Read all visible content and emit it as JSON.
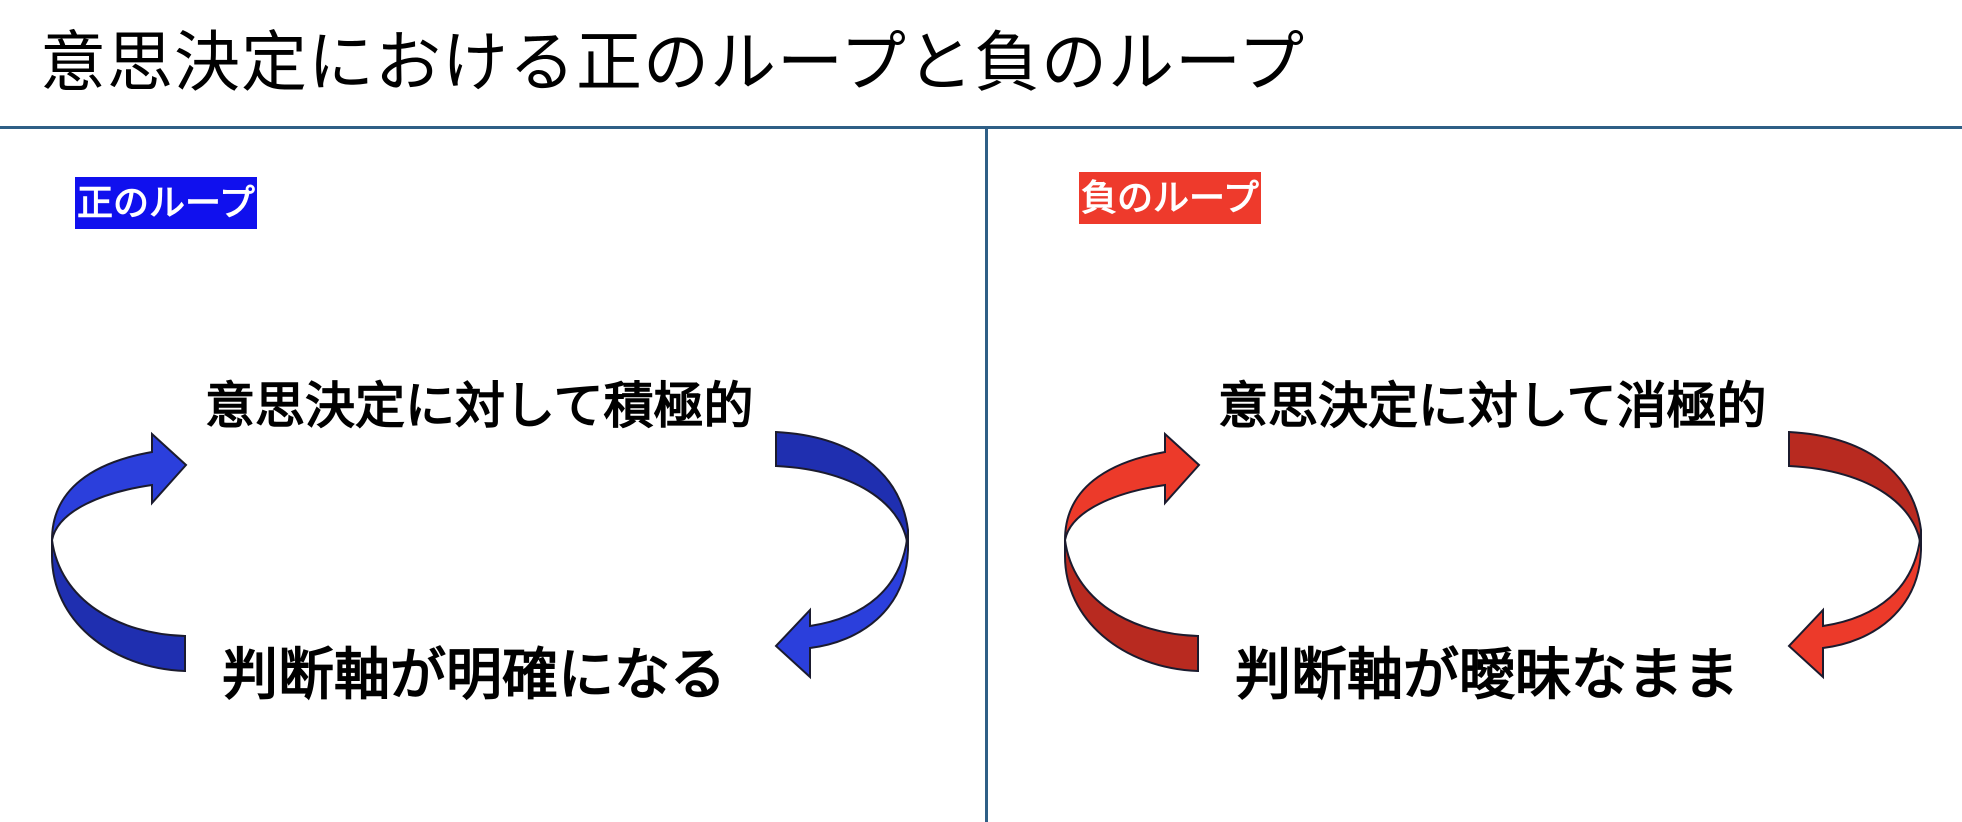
{
  "title": "意思決定における正のループと負のループ",
  "colors": {
    "rule": "#2f5f86",
    "positive": "#1010ee",
    "negative": "#ee3a2c"
  },
  "positive_loop": {
    "label": "正のループ",
    "top_text": "意思決定に対して積極的",
    "bottom_text": "判断軸が明確になる",
    "arrow_color": "#2b3fdc",
    "arrow_dark": "#1f2fb0"
  },
  "negative_loop": {
    "label": "負のループ",
    "top_text": "意思決定に対して消極的",
    "bottom_text": "判断軸が曖昧なまま",
    "arrow_color": "#ec3a2a",
    "arrow_dark": "#b82a20"
  }
}
